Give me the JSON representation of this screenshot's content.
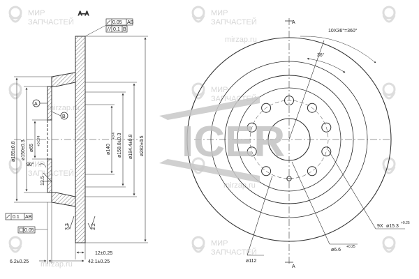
{
  "section_label": "A–A",
  "tolerance_top_1": "0.05",
  "tolerance_top_1_ref": "AB",
  "tolerance_top_2": "0.1",
  "tolerance_top_2_ref": "B",
  "tolerance_left_1": "0.1",
  "tolerance_left_1_ref": "AB",
  "tolerance_left_2": "0.05",
  "datum_a": "A",
  "datum_b": "B",
  "section_marker_a": "A",
  "dim_185": "ø185±0.8",
  "dim_150": "ø150±0.3",
  "dim_65": "ø65",
  "dim_65_tol": "+0.074",
  "dim_140": "ø140",
  "dim_140_tol": "+0.4",
  "dim_158": "ø158.8±0.3",
  "dim_184": "ø184.4±0.8",
  "dim_282": "ø282±0.5",
  "dim_13": "13.5",
  "angle_90": "90°",
  "rough_left": "3.2",
  "rough_right": "3.2",
  "dim_12": "12±0.25",
  "dim_42": "42.1±0.25",
  "dim_6": "6.2±0.25",
  "angle_10x36": "10X36°=360°",
  "angle_36": "36°",
  "holes_9x": "9X",
  "holes_9x_dia": "ø15.3",
  "holes_9x_tol": "+0.25",
  "hole_66": "ø6.6",
  "hole_66_tol": "+0.25",
  "bolt_circle": "ø112",
  "logo_text": "ICER",
  "watermark_line1": "МИР",
  "watermark_line2": "ЗАПЧАСТЕЙ",
  "watermark_url": "mirzap.ru",
  "colors": {
    "line": "#333333",
    "hatch": "#555555",
    "logo": "#c4c4c4",
    "watermark": "#d8d8d8"
  }
}
